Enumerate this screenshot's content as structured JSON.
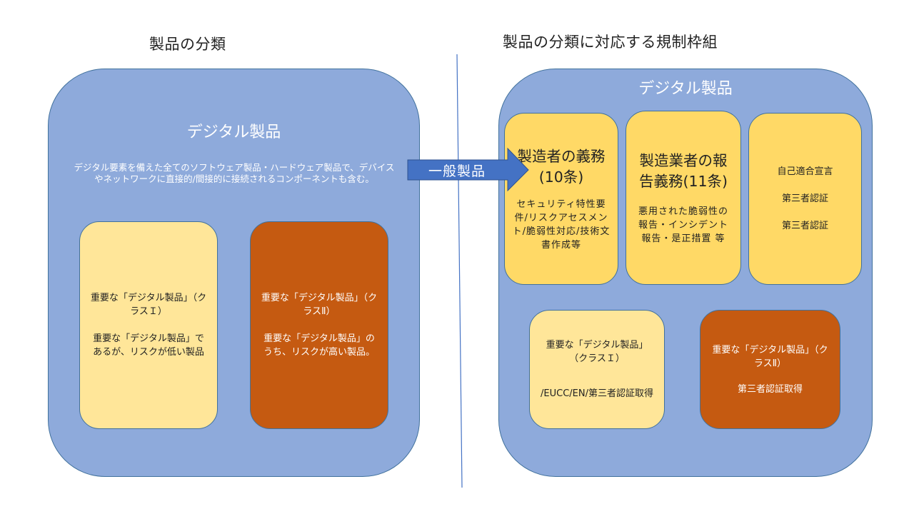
{
  "left_panel": {
    "heading": "製品の分類",
    "container": {
      "title": "デジタル製品",
      "description": "デジタル要素を備えた全てのソフトウェア製品・ハードウェア製品で、デバイスやネットワークに直接的/間接的に接続されるコンポーネントも含む。"
    },
    "class1": {
      "title": "重要な「デジタル製品」（クラスＩ）",
      "description": "重要な「デジタル製品」であるが、リスクが低い製品"
    },
    "class2": {
      "title": "重要な「デジタル製品」（クラスⅡ）",
      "description": "重要な「デジタル製品」のうち、リスクが高い製品。"
    }
  },
  "arrow": {
    "label": "一般製品"
  },
  "right_panel": {
    "heading": "製品の分類に対応する規制枠組",
    "container": {
      "title": "デジタル製品"
    },
    "manufacturer_obligations": {
      "title": "製造者の義務(10条)",
      "description": "セキュリティ特性要件/リスクアセスメント/脆弱性対応/技術文書作成等"
    },
    "reporting_obligations": {
      "title": "製造業者の報告義務(11条)",
      "description": "悪用された脆弱性の報告・インシデント報告・是正措置 等"
    },
    "conformity": {
      "items": [
        "自己適合宣言",
        "第三者認証",
        "第三者認証"
      ]
    },
    "class1": {
      "title": "重要な「デジタル製品」（クラスＩ）",
      "description": "/EUCC/EN/第三者認証取得"
    },
    "class2": {
      "title": "重要な「デジタル製品」（クラスⅡ）",
      "description": "第三者認証取得"
    }
  },
  "colors": {
    "container_fill": "#8eaadb",
    "container_border": "#41719c",
    "class1_fill": "#ffe699",
    "obligation_fill": "#ffd966",
    "class2_fill": "#c55a11",
    "arrow_fill": "#4472c4",
    "divider": "#4472c4"
  }
}
